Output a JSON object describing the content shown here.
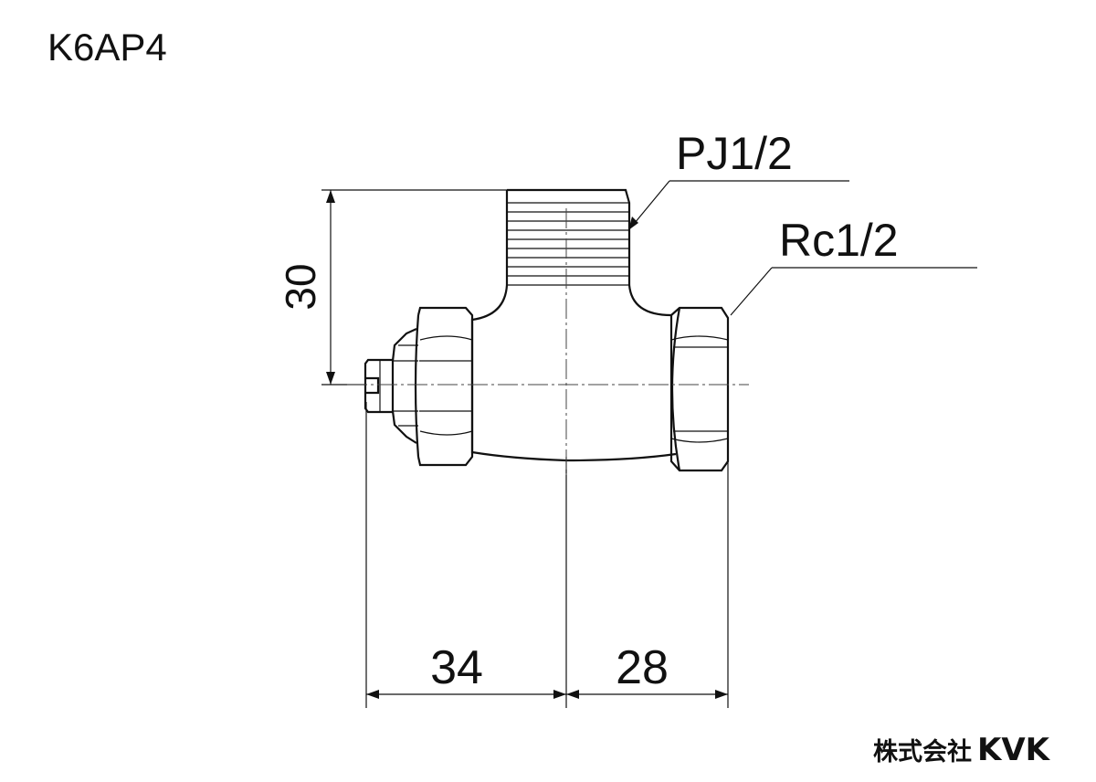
{
  "model_code": "K6AP4",
  "dimensions": {
    "height": "30",
    "left_width": "34",
    "right_width": "28"
  },
  "callouts": {
    "top_thread": "PJ1/2",
    "side_thread": "Rc1/2"
  },
  "brand": {
    "company_jp": "株式会社",
    "logo": "KVK"
  },
  "colors": {
    "line": "#111111",
    "background": "#ffffff"
  }
}
